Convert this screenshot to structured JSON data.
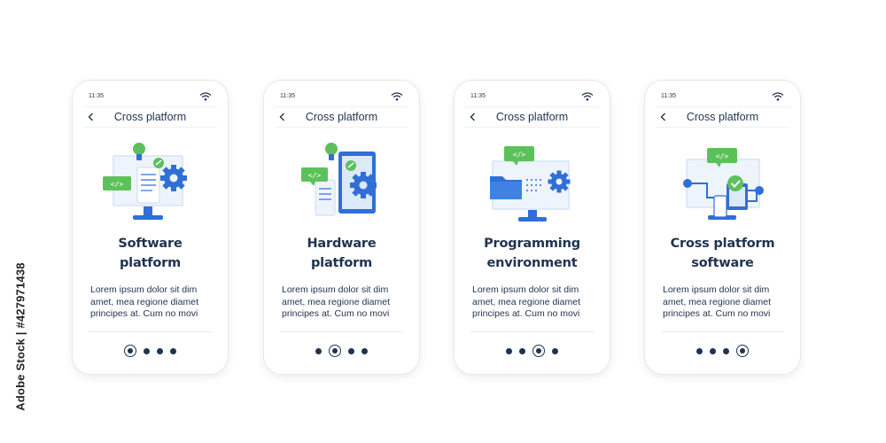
{
  "screens": [
    {
      "time": "11:35",
      "title": "Cross platform",
      "heading_line1": "Software",
      "heading_line2": "platform",
      "body_line1": "Lorem ipsum dolor sit dim",
      "body_line2": "amet, mea regione diamet",
      "body_line3": "principes at. Cum no movi",
      "active_page": 1,
      "illustration": "software-platform-illustration"
    },
    {
      "time": "11:35",
      "title": "Cross platform",
      "heading_line1": "Hardware",
      "heading_line2": "platform",
      "body_line1": "Lorem ipsum dolor sit dim",
      "body_line2": "amet, mea regione diamet",
      "body_line3": "principes at. Cum no movi",
      "active_page": 2,
      "illustration": "hardware-platform-illustration"
    },
    {
      "time": "11:35",
      "title": "Cross platform",
      "heading_line1": "Programming",
      "heading_line2": "environment",
      "body_line1": "Lorem ipsum dolor sit dim",
      "body_line2": "amet, mea regione diamet",
      "body_line3": "principes at. Cum no movi",
      "active_page": 3,
      "illustration": "programming-environment-illustration"
    },
    {
      "time": "11:35",
      "title": "Cross platform",
      "heading_line1": "Cross platform",
      "heading_line2": "software",
      "body_line1": "Lorem ipsum dolor sit dim",
      "body_line2": "amet, mea regione diamet",
      "body_line3": "principes at. Cum no movi",
      "active_page": 4,
      "illustration": "cross-platform-software-illustration"
    }
  ],
  "page_count": 4,
  "stock_id": "Adobe Stock | #427971438",
  "icons": {
    "status": "wifi-icon",
    "navigation": "back-chevron-icon",
    "code": "code-tag-icon"
  },
  "colors": {
    "text": "#1f3350",
    "blue": "#2f6fd6",
    "light_blue": "#dce9f8",
    "green": "#5cc15a",
    "divider": "#e6e8ec"
  }
}
